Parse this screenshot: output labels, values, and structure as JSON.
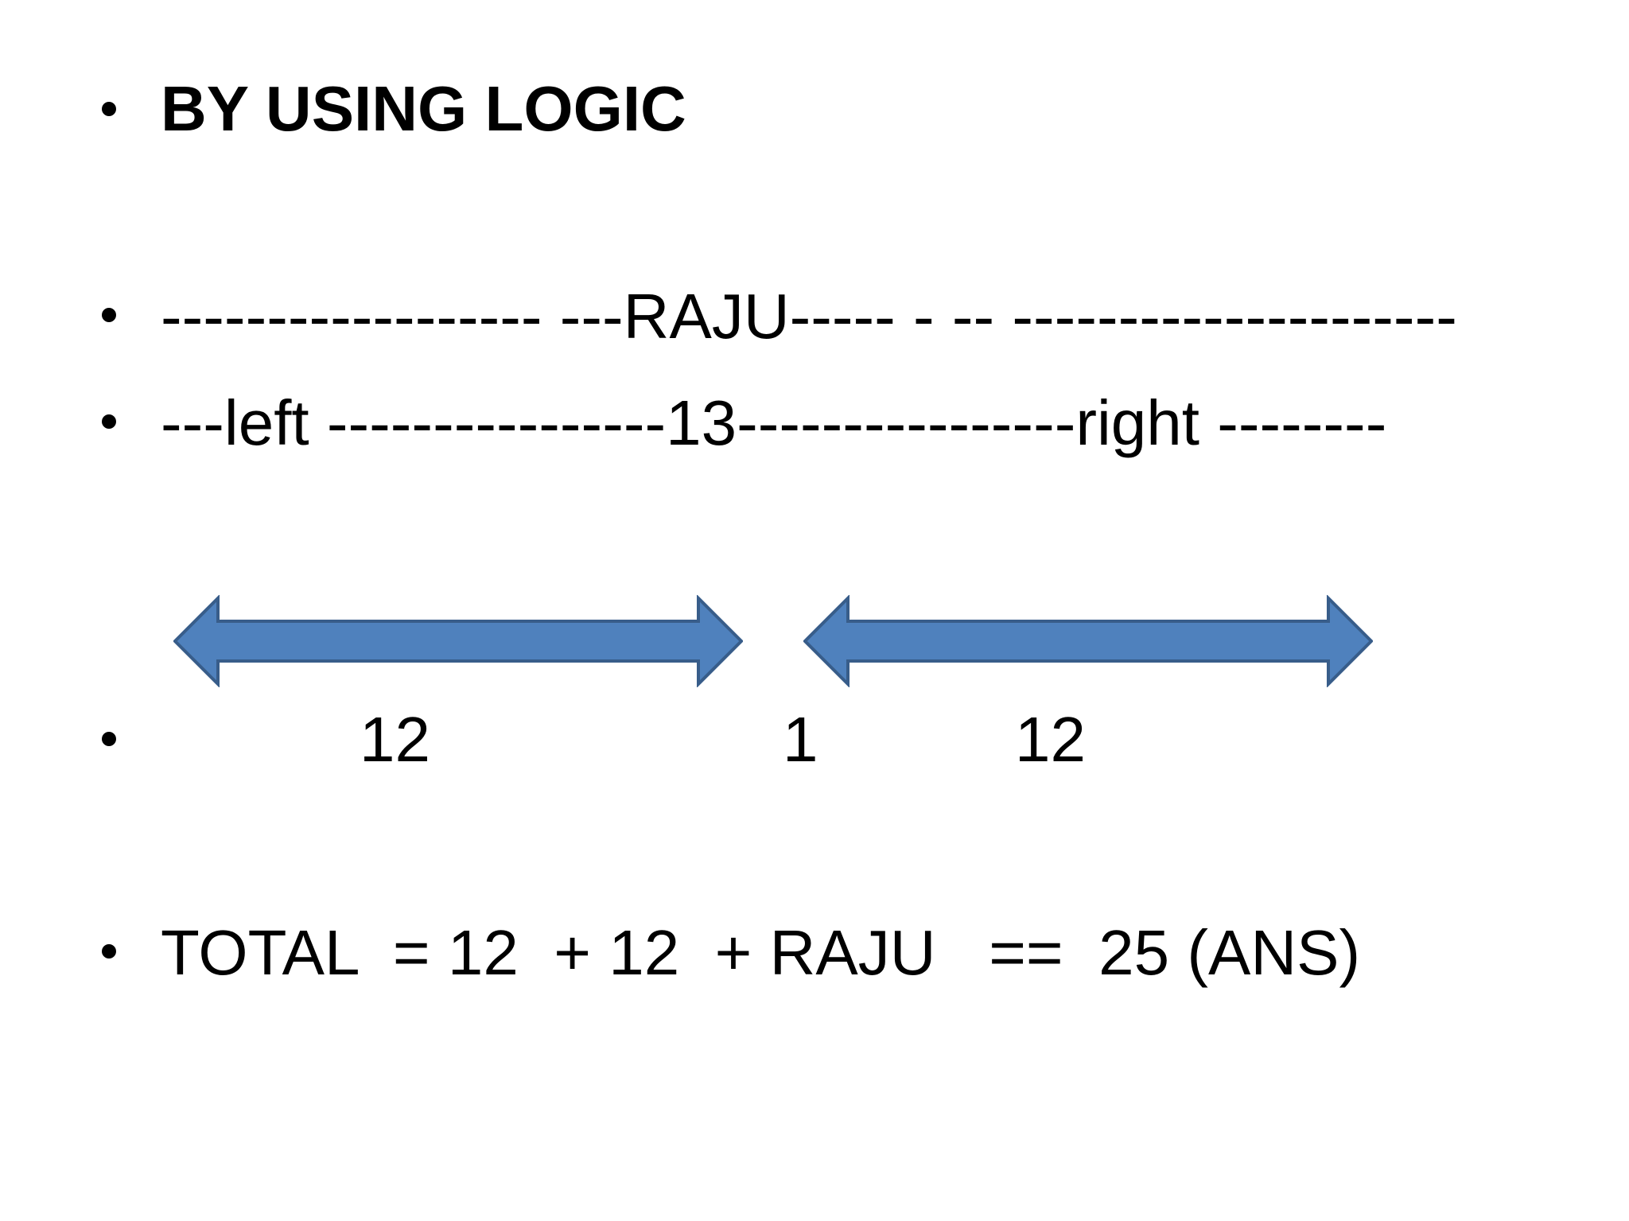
{
  "slide": {
    "title": "BY USING LOGIC",
    "line_raju": "------------------ ---RAJU----- - -- ---------------------",
    "line_left_right": "---left ----------------13----------------right --------",
    "label_left": "12",
    "label_middle": "1",
    "label_right": "12",
    "total_line": "TOTAL  = 12  + 12  + RAJU   ==  25 (ANS)"
  },
  "colors": {
    "arrow_fill": "#4F81BD",
    "arrow_stroke": "#385D8A",
    "text": "#000000"
  },
  "icons": {
    "left_arrow": "double-headed-arrow-icon",
    "right_arrow": "double-headed-arrow-icon"
  }
}
